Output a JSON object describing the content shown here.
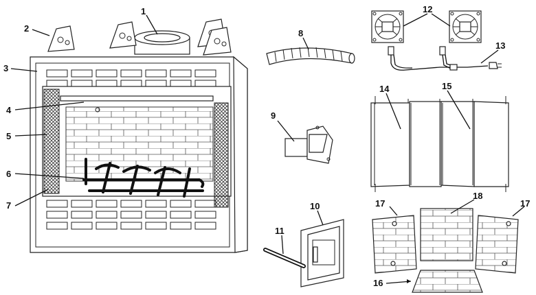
{
  "callouts": {
    "c1": "1",
    "c2": "2",
    "c3": "3",
    "c4": "4",
    "c5": "5",
    "c6": "6",
    "c7": "7",
    "c8": "8",
    "c9": "9",
    "c10": "10",
    "c11": "11",
    "c12": "12",
    "c13": "13",
    "c14": "14",
    "c15": "15",
    "c16": "16",
    "c17a": "17",
    "c17b": "17",
    "c18": "18"
  }
}
